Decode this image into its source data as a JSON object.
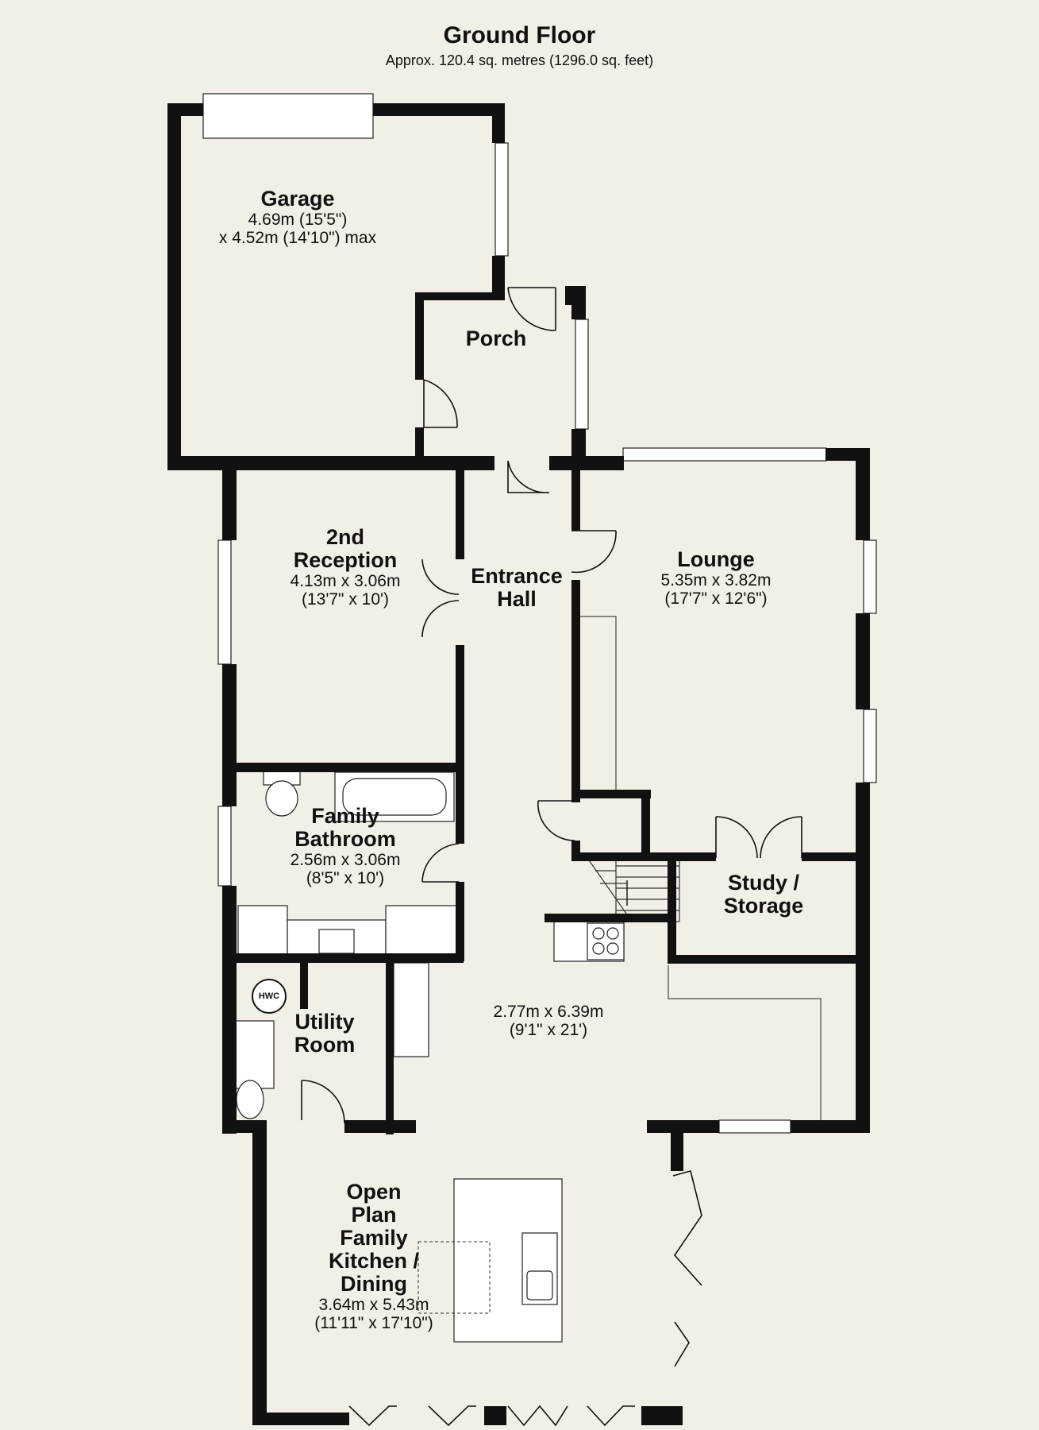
{
  "header": {
    "title": "Ground Floor",
    "subtitle": "Approx. 120.4 sq. metres (1296.0 sq. feet)"
  },
  "rooms": [
    {
      "id": "garage",
      "name": "Garage",
      "dims": "4.69m (15'5\")\nx 4.52m (14'10\") max"
    },
    {
      "id": "porch",
      "name": "Porch",
      "dims": ""
    },
    {
      "id": "reception2",
      "name": "2nd\nReception",
      "dims": "4.13m x 3.06m\n(13'7\" x 10')"
    },
    {
      "id": "entrance-hall",
      "name": "Entrance\nHall",
      "dims": ""
    },
    {
      "id": "lounge",
      "name": "Lounge",
      "dims": "5.35m x 3.82m\n(17'7\" x 12'6\")"
    },
    {
      "id": "family-bathroom",
      "name": "Family\nBathroom",
      "dims": "2.56m x 3.06m\n(8'5\" x 10')"
    },
    {
      "id": "study",
      "name": "Study /\nStorage",
      "dims": ""
    },
    {
      "id": "utility",
      "name": "Utility\nRoom",
      "dims": ""
    },
    {
      "id": "kitchen-ext",
      "name": "",
      "dims": "2.77m x 6.39m\n(9'1\" x 21')"
    },
    {
      "id": "kitchen",
      "name": "Open\nPlan\nFamily\nKitchen /\nDining",
      "dims": "3.64m x 5.43m\n(11'11\" x 17'10\")"
    }
  ],
  "fixtures": {
    "hwc_label": "HWC"
  },
  "colors": {
    "background": "#f2efe6",
    "wall": "#111111",
    "fixture_fill": "#ffffff"
  }
}
